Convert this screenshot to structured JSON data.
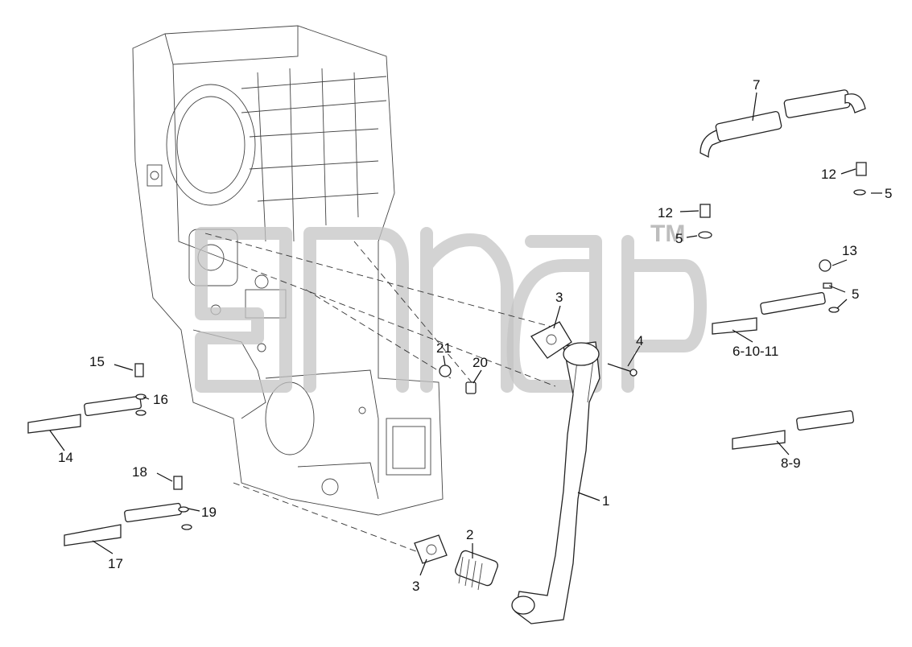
{
  "watermark": {
    "mark": "TM"
  },
  "callouts": {
    "c1": "1",
    "c2": "2",
    "c3a": "3",
    "c3b": "3",
    "c4": "4",
    "c5a": "5",
    "c5b": "5",
    "c5c": "5",
    "c7": "7",
    "c8_9": "8-9",
    "c6_10_11": "6-10-11",
    "c12a": "12",
    "c12b": "12",
    "c13": "13",
    "c14": "14",
    "c15": "15",
    "c16": "16",
    "c17": "17",
    "c18": "18",
    "c19": "19",
    "c20": "20",
    "c21": "21"
  }
}
